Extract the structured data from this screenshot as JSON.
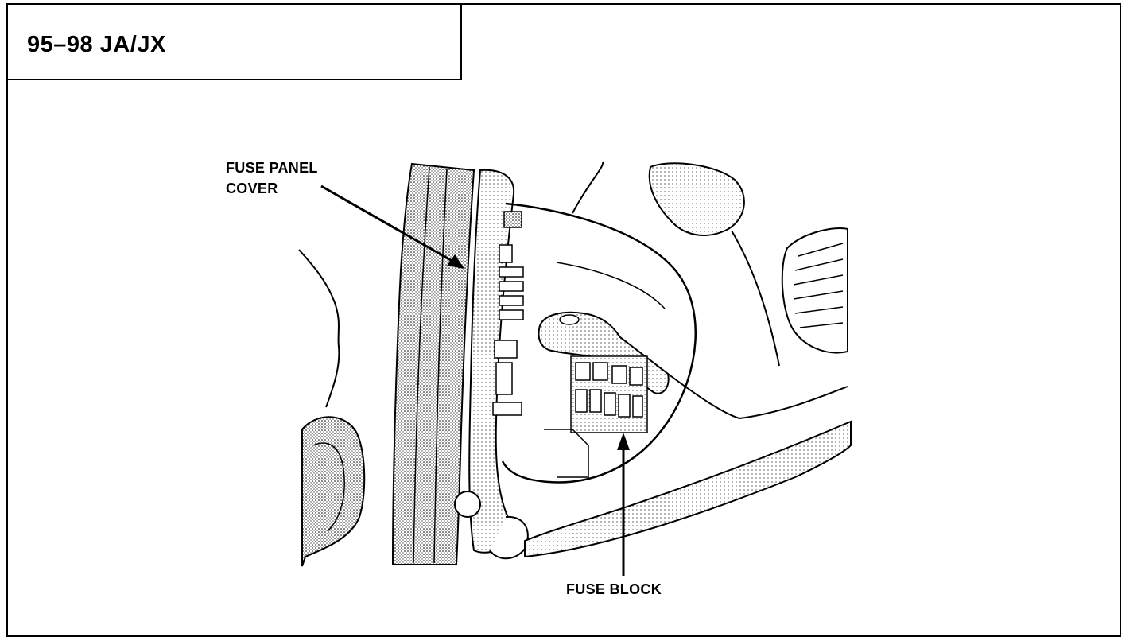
{
  "title": "95–98 JA/JX",
  "labels": {
    "fuse_panel_cover_line1": "FUSE PANEL",
    "fuse_panel_cover_line2": "COVER",
    "fuse_block": "FUSE BLOCK"
  },
  "colors": {
    "ink": "#000000",
    "paper": "#ffffff",
    "shade": "#bdbdbd"
  }
}
